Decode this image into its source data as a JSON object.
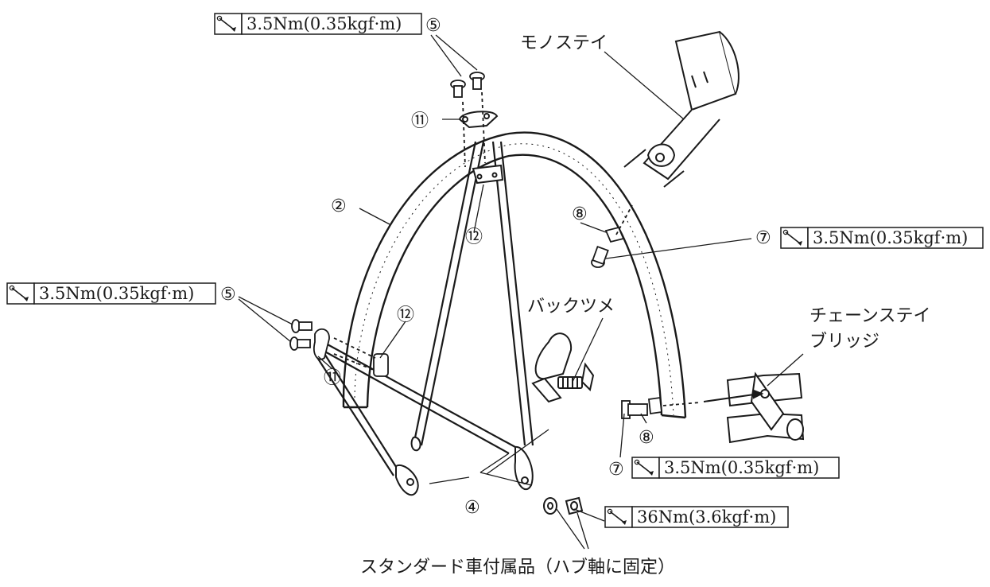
{
  "diagram": {
    "torque_boxes": [
      {
        "id": "t-top-left",
        "text": "3.5Nm(0.35kgf·m)",
        "icon": "torque-wrench-icon"
      },
      {
        "id": "t-left",
        "text": "3.5Nm(0.35kgf·m)",
        "icon": "torque-wrench-icon"
      },
      {
        "id": "t-right-upper",
        "text": "3.5Nm(0.35kgf·m)",
        "icon": "torque-wrench-icon"
      },
      {
        "id": "t-right-lower",
        "text": "3.5Nm(0.35kgf·m)",
        "icon": "torque-wrench-icon"
      },
      {
        "id": "t-axle",
        "text": "36Nm(3.6kgf·m)",
        "icon": "torque-wrench-icon"
      }
    ],
    "part_numbers": {
      "p5_top": "⑤",
      "p5_left": "⑤",
      "p11_top": "⑪",
      "p11_left": "⑪",
      "p2": "②",
      "p12_top": "⑫",
      "p12_mid": "⑫",
      "p8_upper": "⑧",
      "p8_lower": "⑧",
      "p7_upper": "⑦",
      "p7_lower": "⑦",
      "p4": "④"
    },
    "labels": {
      "monostay": "モノステイ",
      "back_tsume": "バックツメ",
      "chainstay_line1": "チェーンステイ",
      "chainstay_line2": "ブリッジ",
      "standard_parts": "スタンダード車付属品（ハブ軸に固定）"
    }
  }
}
